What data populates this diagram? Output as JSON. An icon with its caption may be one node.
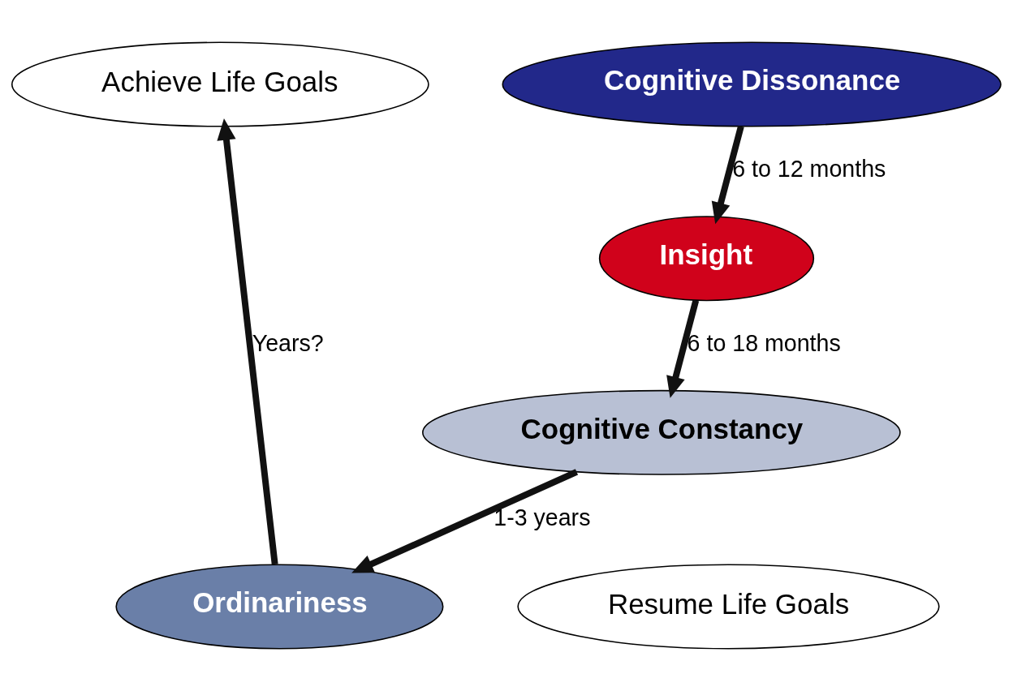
{
  "diagram": {
    "nodes": [
      {
        "text": [
          "Achieve Life Goals"
        ]
      },
      {
        "text": [
          "Cognitive Dissonance"
        ]
      },
      {
        "text": [
          "Insight"
        ]
      },
      {
        "text": [
          "Ordinariness"
        ]
      },
      {
        "text": [
          "Resume Life Goals"
        ]
      },
      {
        "text": [
          "Cognitive Constancy"
        ]
      }
    ],
    "edges": [
      {
        "from": 1,
        "to": 2,
        "arrow": "to",
        "label": "6 to 12 months"
      },
      {
        "from": 2,
        "to": 5,
        "arrow": "to",
        "label": "6 to 18 months"
      },
      {
        "from": 5,
        "to": 3,
        "arrow": "to",
        "label": "1-3 years"
      },
      {
        "from": 3,
        "to": 0,
        "arrow": "to",
        "label": "Years?"
      }
    ]
  }
}
